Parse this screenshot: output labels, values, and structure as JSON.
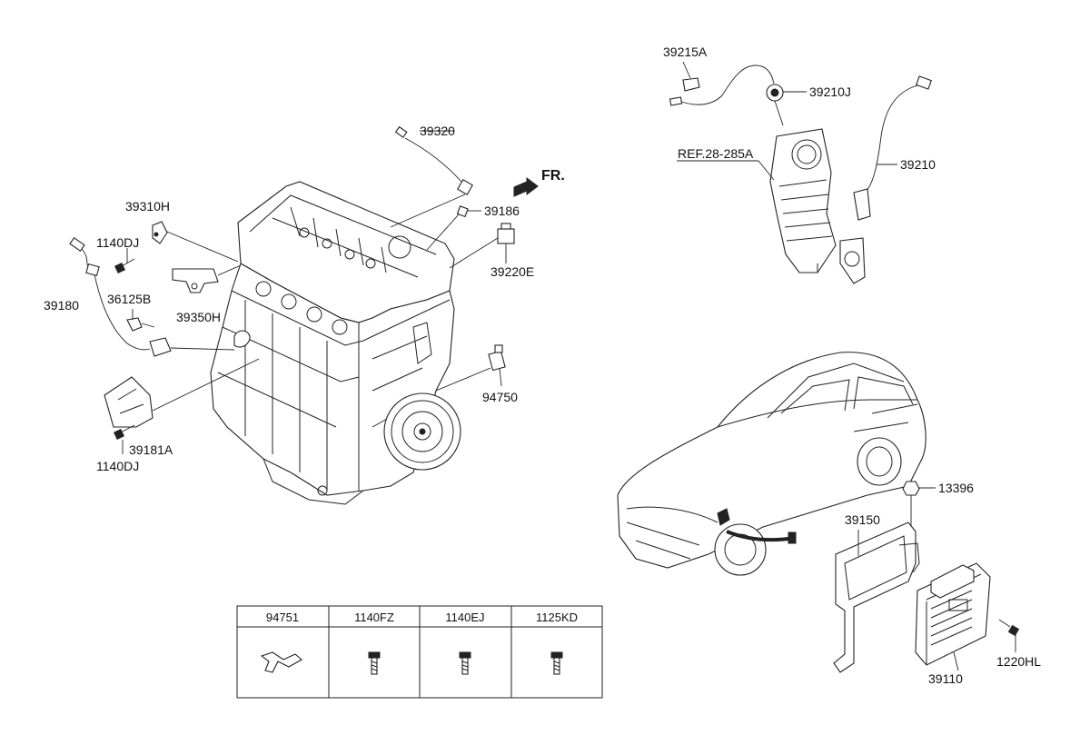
{
  "direction_label": "FR.",
  "reference": "REF.28-285A",
  "callouts": {
    "c39320": "39320",
    "c39186": "39186",
    "c39220E": "39220E",
    "c39310H": "39310H",
    "c1140DJ_top": "1140DJ",
    "c39180": "39180",
    "c36125B": "36125B",
    "c39350H": "39350H",
    "c39181A": "39181A",
    "c1140DJ_bottom": "1140DJ",
    "c94750": "94750",
    "c39215A": "39215A",
    "c39210J": "39210J",
    "c39210": "39210",
    "c13396": "13396",
    "c39150": "39150",
    "c39110": "39110",
    "c1220HL": "1220HL"
  },
  "parts_table": {
    "headers": [
      "94751",
      "1140FZ",
      "1140EJ",
      "1125KD"
    ]
  }
}
